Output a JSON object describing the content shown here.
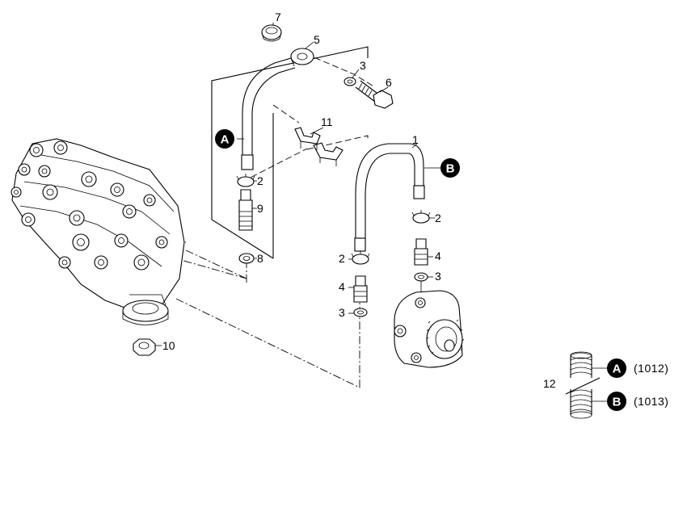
{
  "diagram": {
    "callouts": {
      "c1": "1",
      "c2a": "2",
      "c2b": "2",
      "c2c": "2",
      "c3a": "3",
      "c3b": "3",
      "c3c": "3",
      "c4a": "4",
      "c4b": "4",
      "c5": "5",
      "c6": "6",
      "c7": "7",
      "c8": "8",
      "c9": "9",
      "c10": "10",
      "c11": "11",
      "c12": "12"
    },
    "badges": {
      "a_hose": "A",
      "b_hose": "B",
      "a_legend": "A",
      "b_legend": "B"
    },
    "legend": {
      "a_ref": "(1012)",
      "b_ref": "(1013)"
    }
  }
}
